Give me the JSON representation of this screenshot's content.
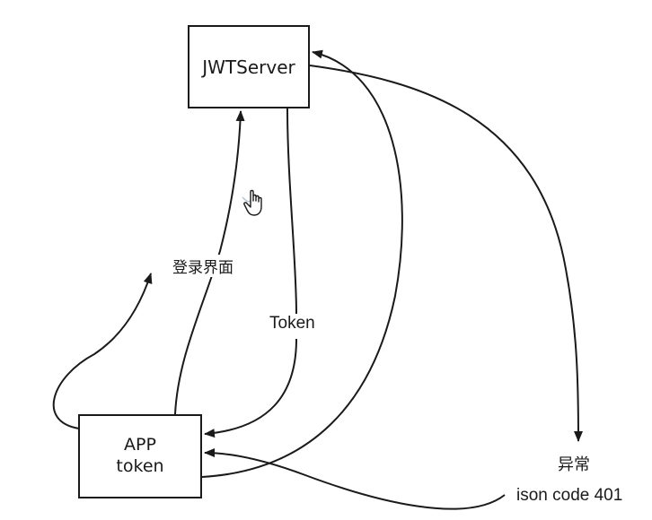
{
  "nodes": {
    "jwt_server": {
      "label": "JWTServer"
    },
    "app": {
      "line1": "APP",
      "line2": "token"
    }
  },
  "labels": {
    "login_page": "登录界面",
    "token": "Token",
    "exception": "异常",
    "json_code": "ison code 401"
  },
  "icons": {
    "cursor": "hand-pointer-icon"
  },
  "colors": {
    "stroke": "#1a1a1a",
    "background": "#ffffff"
  }
}
